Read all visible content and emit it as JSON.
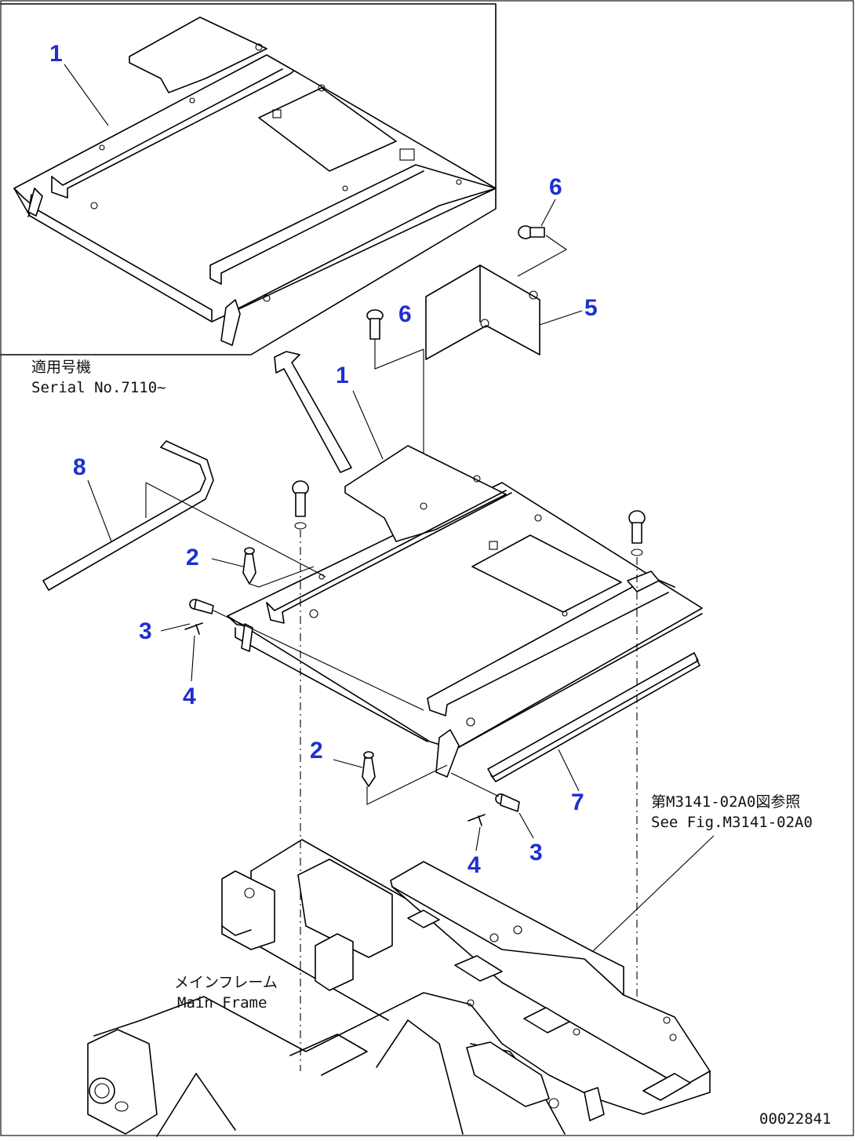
{
  "callouts": {
    "inset_1": "1",
    "main_1": "1",
    "item_2a": "2",
    "item_2b": "2",
    "item_3a": "3",
    "item_3b": "3",
    "item_4a": "4",
    "item_4b": "4",
    "item_5": "5",
    "item_6a": "6",
    "item_6b": "6",
    "item_7": "7",
    "item_8": "8"
  },
  "inset_caption": {
    "jp": "適用号機",
    "en": "Serial No.7110~"
  },
  "reference_note": {
    "jp": "第M3141-02A0図参照",
    "en": "See Fig.M3141-02A0"
  },
  "main_frame_label": {
    "jp": "メインフレーム",
    "en": "Main Frame"
  },
  "drawing_number": "00022841",
  "colors": {
    "callout": "#1f2fd0",
    "line": "#000000",
    "background": "#ffffff"
  }
}
